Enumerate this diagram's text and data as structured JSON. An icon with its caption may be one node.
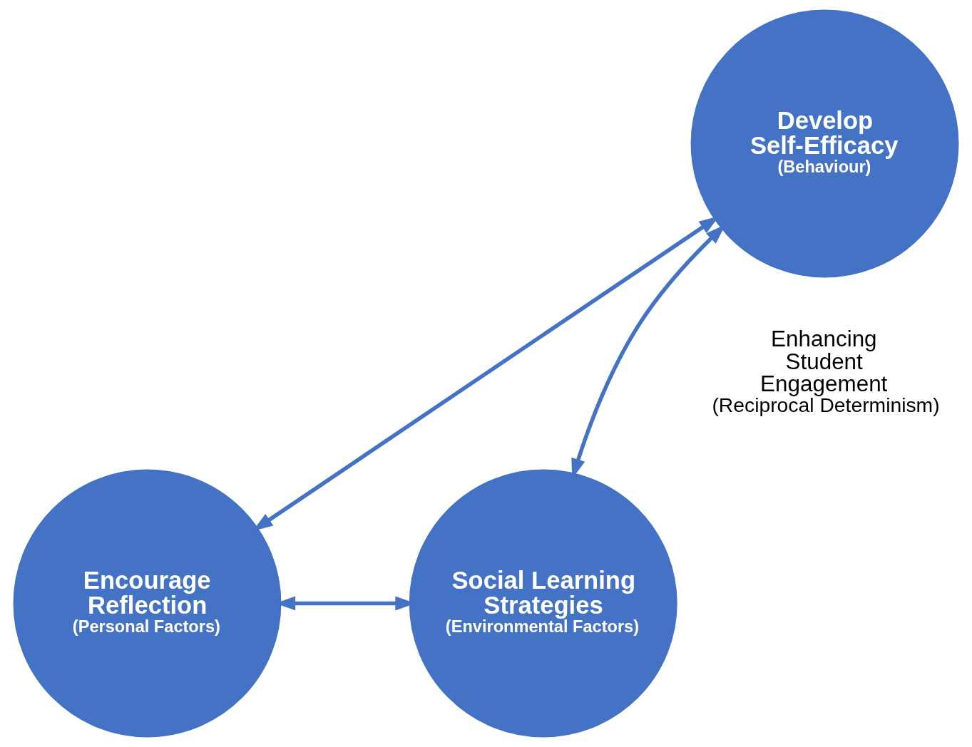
{
  "diagram": {
    "nodes": [
      {
        "text": [
          "Develop Self-Efficacy",
          "(Behaviour)"
        ]
      },
      {
        "text": [
          "Encourage Reflection",
          "(Personal Factors)"
        ]
      },
      {
        "text": [
          "Social Learning Strategies",
          "(Environmental Factors)"
        ]
      }
    ],
    "edges": [
      {
        "from": 0,
        "to": 1,
        "arrow": "both"
      },
      {
        "from": 0,
        "to": 2,
        "arrow": "both"
      },
      {
        "from": 1,
        "to": 2,
        "arrow": "both"
      }
    ],
    "labels": [
      "Enhancing Student Engagement",
      "(Reciprocal Determinism)"
    ]
  }
}
